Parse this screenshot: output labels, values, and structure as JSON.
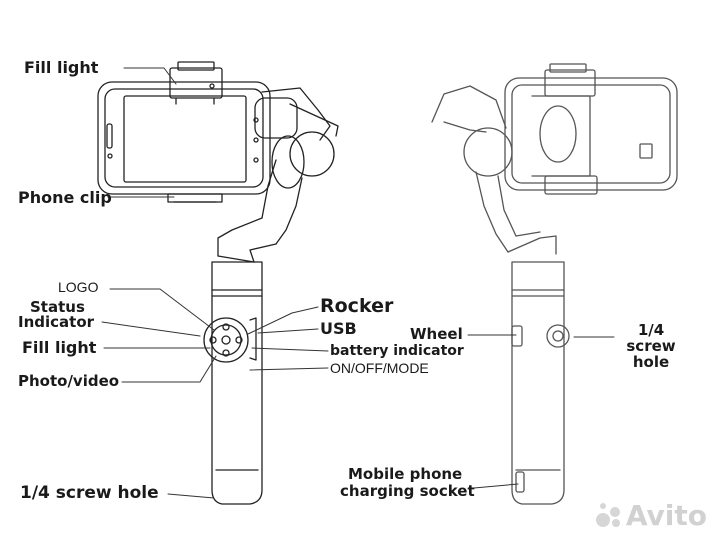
{
  "labels": {
    "fill_light_top": "Fill light",
    "phone_clip": "Phone clip",
    "logo": "LOGO",
    "status": "Status",
    "indicator": "Indicator",
    "fill_light": "Fill light",
    "photo_video": "Photo/video",
    "screw_hole_left": "1/4 screw hole",
    "rocker": "Rocker",
    "usb": "USB",
    "battery_indicator": "battery indicator",
    "on_off_mode": "ON/OFF/MODE",
    "wheel": "Wheel",
    "screw_hole_right": "1/4 screw hole",
    "mobile_phone": "Mobile phone",
    "charging_socket": "charging socket"
  },
  "watermark": {
    "text": "Avito"
  }
}
